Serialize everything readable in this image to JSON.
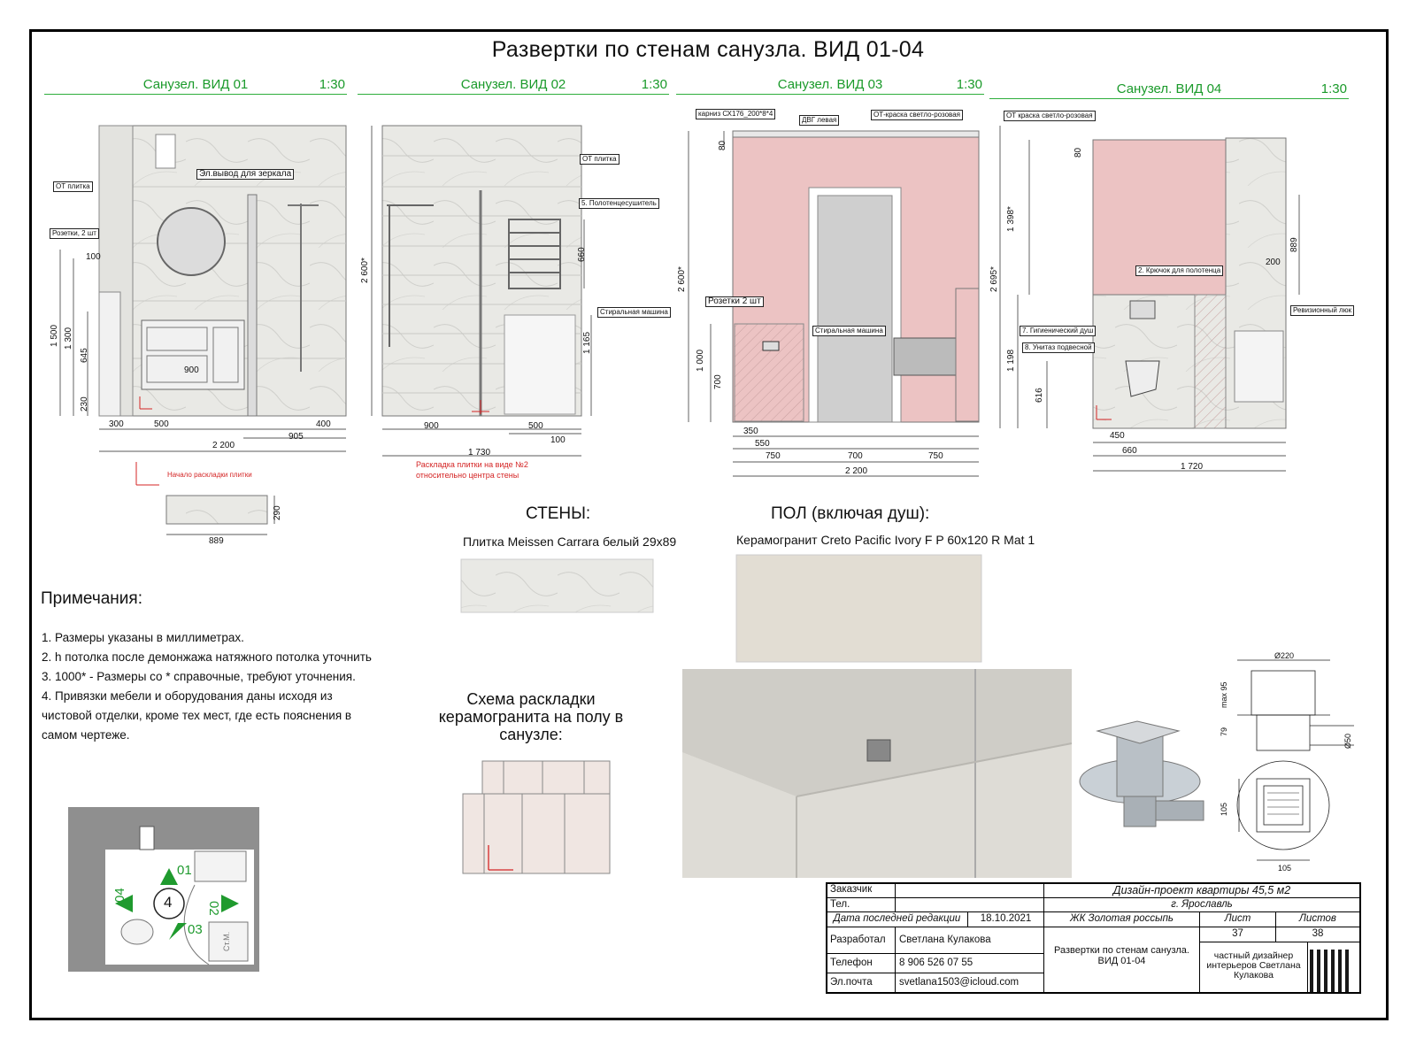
{
  "title": "Развертки по стенам санузла. ВИД 01-04",
  "views": [
    {
      "name": "Санузел. ВИД 01",
      "scale": "1:30"
    },
    {
      "name": "Санузел. ВИД 02",
      "scale": "1:30"
    },
    {
      "name": "Санузел. ВИД 03",
      "scale": "1:30"
    },
    {
      "name": "Санузел. ВИД 04",
      "scale": "1:30"
    }
  ],
  "view1": {
    "labels": [
      "ОТ плитка",
      "Розетки, 2 шт",
      "Эл.вывод для зеркала"
    ],
    "dims": [
      "100",
      "1 500",
      "1 300",
      "645",
      "230",
      "900",
      "300",
      "500",
      "400",
      "905",
      "2 200"
    ],
    "tile_start": "Начало раскладки плитки"
  },
  "tile_sample": {
    "w": "889",
    "h": "290"
  },
  "view2": {
    "labels": [
      "ОТ плитка",
      "5. Полотенцесушитель",
      "Стиральная машина"
    ],
    "dims": [
      "2 600*",
      "660",
      "1 165",
      "900",
      "500",
      "100",
      "1 730"
    ],
    "note_line1": "Раскладка плитки на виде №2",
    "note_line2": "относительно центра стены"
  },
  "view3": {
    "labels": [
      "карниз СХ176_200*8*4",
      "ДВГ левая",
      "ОТ-краска светло-розовая",
      "Розетки 2 шт",
      "Стиральная машина"
    ],
    "dims": [
      "80",
      "2 600*",
      "1 000",
      "700",
      "350",
      "550",
      "750",
      "700",
      "750",
      "2 200"
    ]
  },
  "view4": {
    "labels": [
      "ОТ краска светло-розовая",
      "2. Крючок для полотенца",
      "Ревизионный люк",
      "7. Гигиенический душ",
      "8. Унитаз подвесной"
    ],
    "dims": [
      "80",
      "1 398*",
      "2 695*",
      "889",
      "200",
      "1 198",
      "616",
      "450",
      "660",
      "1 720"
    ]
  },
  "walls": {
    "heading": "СТЕНЫ:",
    "material": "Плитка Meissen Carrara белый 29x89"
  },
  "floor": {
    "heading": "ПОЛ (включая душ):",
    "material": "Керамогранит Creto Pacific Ivory F P 60x120 R Mat 1"
  },
  "floor_scheme": {
    "heading": "Схема раскладки керамогранита на полу в санузле:"
  },
  "notes": {
    "heading": "Примечания:",
    "items": [
      "1. Размеры указаны в миллиметрах.",
      "2. h потолка после демонжажа натяжного потолка уточнить",
      "3.  1000* - Размеры со * справочные, требуют уточнения.",
      "4. Привязки мебели и оборудования даны исходя из чистовой отделки, кроме тех мест, где есть пояснения в самом чертеже."
    ]
  },
  "plan": {
    "room_number": "4",
    "view_markers": [
      "01",
      "02",
      "03",
      "04"
    ],
    "fixture_label": "Ст.М."
  },
  "drain": {
    "dims": [
      "Ø220",
      "max 95",
      "79",
      "Ø50",
      "105",
      "105"
    ]
  },
  "stamp": {
    "customer_label": "Заказчик",
    "phone_short_label": "Тел.",
    "last_edit_label": "Дата последней редакции",
    "last_edit_date": "18.10.2021",
    "author_label": "Разработал",
    "author": "Светлана Кулакова",
    "phone_label": "Телефон",
    "phone": "8 906 526 07 55",
    "email_label": "Эл.почта",
    "email": "svetlana1503@icloud.com",
    "project": "Дизайн-проект квартиры 45,5 м2",
    "city": "г. Ярославль",
    "complex": "ЖК Золотая россыпь",
    "sheet_label": "Лист",
    "sheets_label": "Листов",
    "sheet": "37",
    "sheets": "38",
    "sheet_title": "Развертки по стенам санузла. ВИД 01-04",
    "designer": "частный дизайнер интерьеров Светлана Кулакова"
  },
  "colors": {
    "accent_green": "#2eae3c",
    "pink_paint": "#ecc3c3",
    "marble": "#e8e8e4",
    "red_note": "#d42525"
  }
}
